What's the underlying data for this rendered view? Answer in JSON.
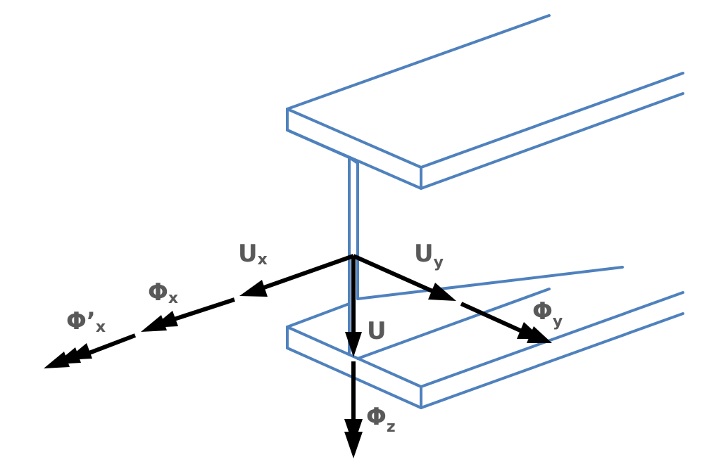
{
  "colors": {
    "beam": "#4f81bd",
    "arrow": "#000000",
    "label": "#595959",
    "background": "#ffffff"
  },
  "labels": {
    "ux": {
      "base": "U",
      "sub": "x"
    },
    "phix": {
      "base": "Φ",
      "sub": "x"
    },
    "phipx": {
      "base": "Φ’",
      "sub": "x"
    },
    "uy": {
      "base": "U",
      "sub": "y"
    },
    "phiy": {
      "base": "Φ",
      "sub": "y"
    },
    "uz": {
      "base": "U",
      "sub": ""
    },
    "phiz": {
      "base": "Φ",
      "sub": "z"
    }
  }
}
